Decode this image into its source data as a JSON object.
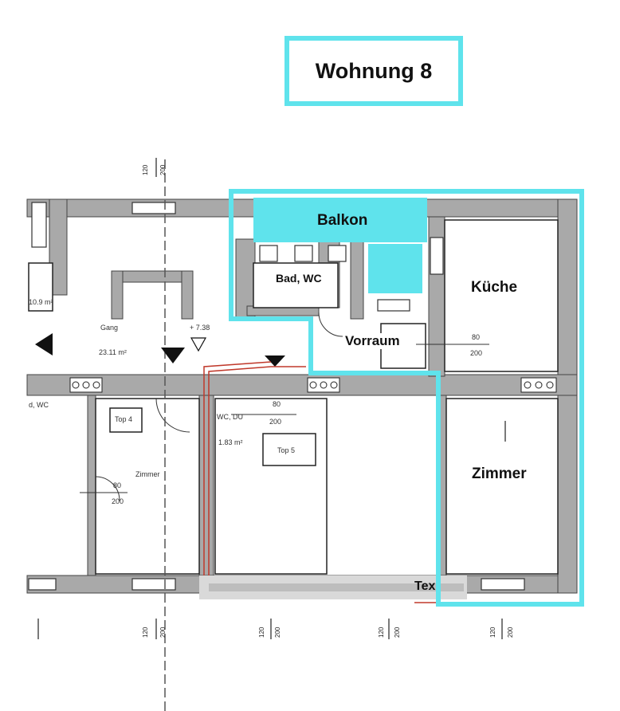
{
  "apartment": {
    "title": "Wohnung 8"
  },
  "rooms": {
    "balkon": "Balkon",
    "bad_wc": "Bad, WC",
    "kueche": "Küche",
    "vorraum": "Vorraum",
    "zimmer": "Zimmer",
    "tex": "Tex"
  },
  "neighbor_labels": {
    "gang": "Gang",
    "gang_area": "23.11 m²",
    "level": "+ 7.38",
    "top4": "Top 4",
    "top5": "Top 5",
    "wc": "WC, DU",
    "wc_area": "1.83 m²",
    "zimmer_small": "Zimmer",
    "bad_left": "d, WC",
    "area_left": "10.9 m²"
  },
  "door_dims": {
    "kueche_w": "80",
    "kueche_h": "200",
    "zimmer_w": "80",
    "zimmer_h": "200",
    "wc_w": "80",
    "wc_h": "200"
  },
  "window_dims": {
    "width": "120",
    "height": "200"
  },
  "colors": {
    "highlight": "#5fe3ec",
    "balcony_fill": "#5fe3ec",
    "wall": "#a9a9a9",
    "outline_red": "#c0392b"
  }
}
